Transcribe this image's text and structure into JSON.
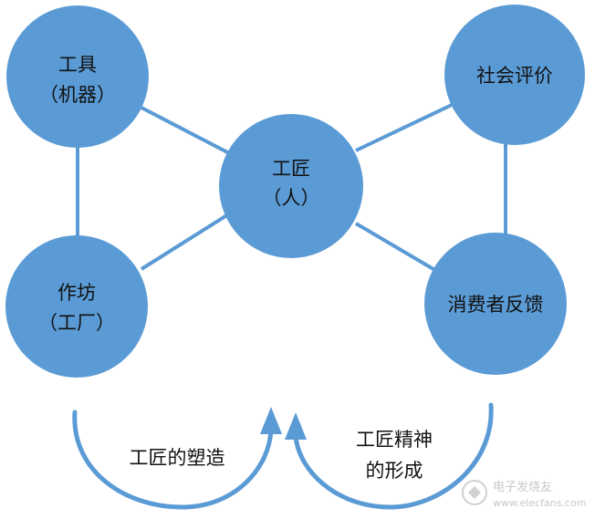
{
  "colors": {
    "node_fill": "#5b9bd5",
    "connector": "#5b9bd5",
    "arrow": "#5b9bd5",
    "text": "#111111"
  },
  "nodes": {
    "tools": {
      "line1": "工具",
      "line2": "（机器）"
    },
    "social": {
      "line1": "社会评价"
    },
    "craftsman": {
      "line1": "工匠",
      "line2": "（人）"
    },
    "workshop": {
      "line1": "作坊",
      "line2": "（工厂）"
    },
    "feedback": {
      "line1": "消费者反馈"
    }
  },
  "arrows": {
    "left": {
      "label": "工匠的塑造"
    },
    "right": {
      "line1": "工匠精神",
      "line2": "的形成"
    }
  },
  "watermark": {
    "text": "电子发烧友",
    "subtext": "www.elecfans.com",
    "icon": "elecfans-logo-icon"
  }
}
